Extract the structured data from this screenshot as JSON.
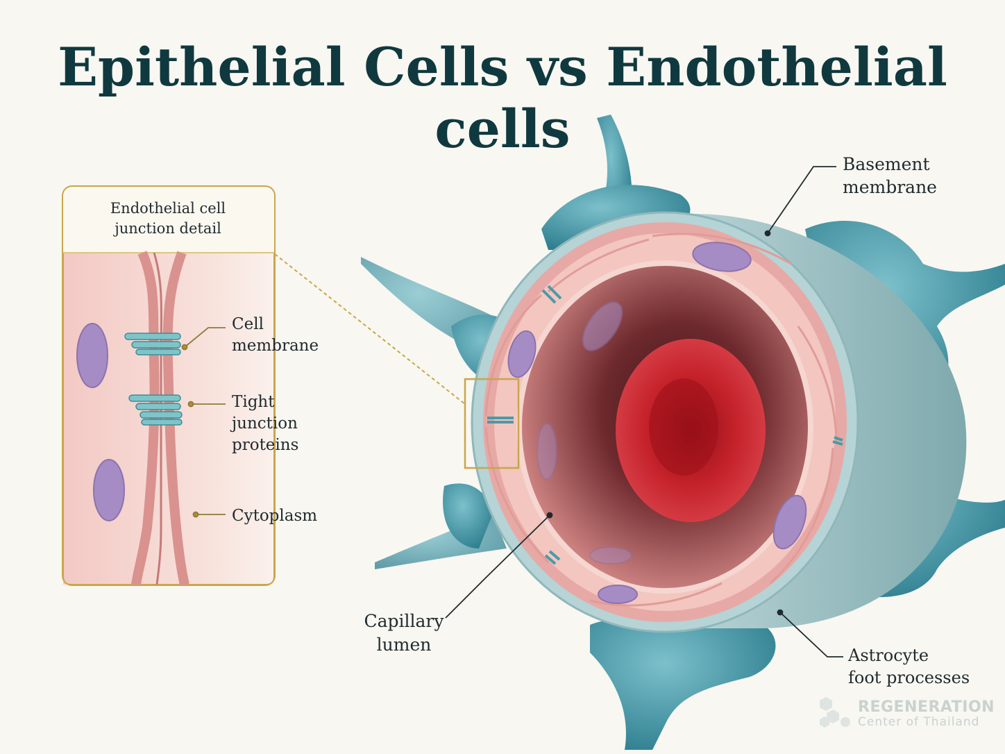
{
  "title": "Epithelial Cells vs Endothelial cells",
  "inset": {
    "title_line1": "Endothelial cell",
    "title_line2": "junction detail"
  },
  "labels": {
    "cell_membrane": [
      "Cell",
      "membrane"
    ],
    "tight_junction": [
      "Tight",
      "junction",
      "proteins"
    ],
    "cytoplasm": [
      "Cytoplasm"
    ],
    "basement_membrane": [
      "Basement",
      "membrane"
    ],
    "capillary_lumen": [
      "Capillary",
      "lumen"
    ],
    "astrocyte": [
      "Astrocyte",
      "foot processes"
    ]
  },
  "watermark": {
    "line1": "REGENERATION",
    "line2": "Center of Thailand"
  },
  "colors": {
    "title": "#10393f",
    "astrocyte": "#4a9aa8",
    "endothelium": "#f3c6c0",
    "nucleus": "#a68cc4",
    "red_blood_cell": "#c8232b",
    "inset_border": "#c9a64a"
  }
}
